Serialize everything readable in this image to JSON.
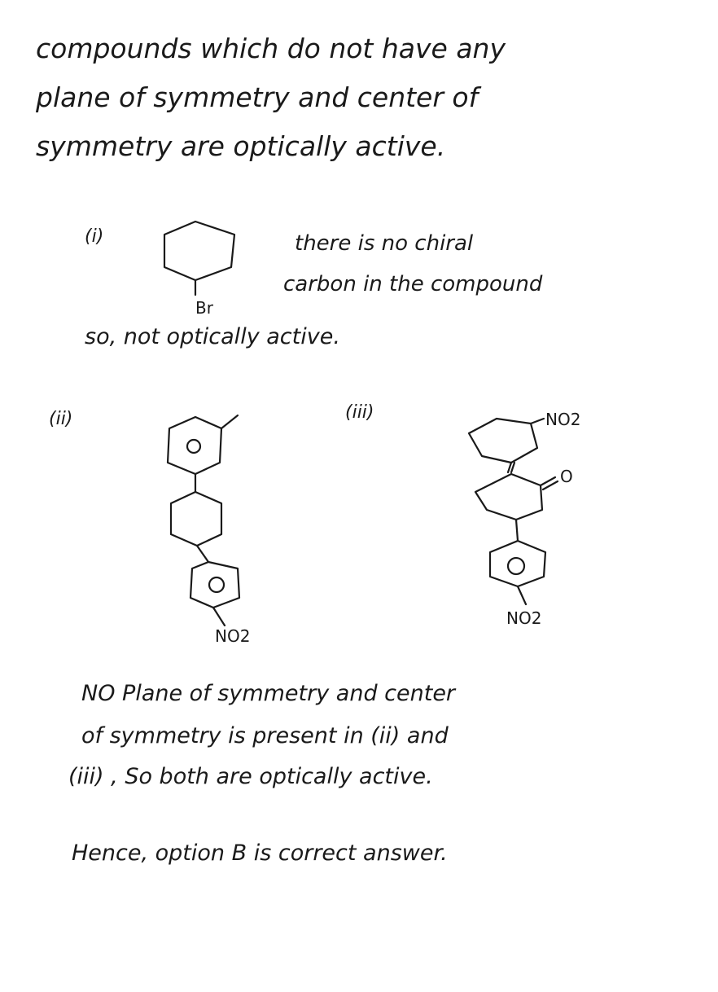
{
  "intro": {
    "line1": "compounds which do not have any",
    "line2": "plane of symmetry and center of",
    "line3": "symmetry are optically active."
  },
  "part_i": {
    "label": "(i)",
    "note_line1": "there is no chiral",
    "note_line2": "carbon in the compound",
    "substituent": "Br",
    "result": "so, not optically active."
  },
  "part_ii": {
    "label": "(ii)",
    "substituent": "NO2"
  },
  "part_iii": {
    "label": "(iii)",
    "substituent_top": "NO2",
    "carbonyl_oxygen": "O",
    "substituent_bottom": "NO2"
  },
  "conclusion": {
    "line1": "NO Plane of symmetry and center",
    "line2": "of symmetry is present in (ii) and",
    "line3": "(iii) , So both are optically active.",
    "line4": "Hence, option B is correct answer."
  }
}
